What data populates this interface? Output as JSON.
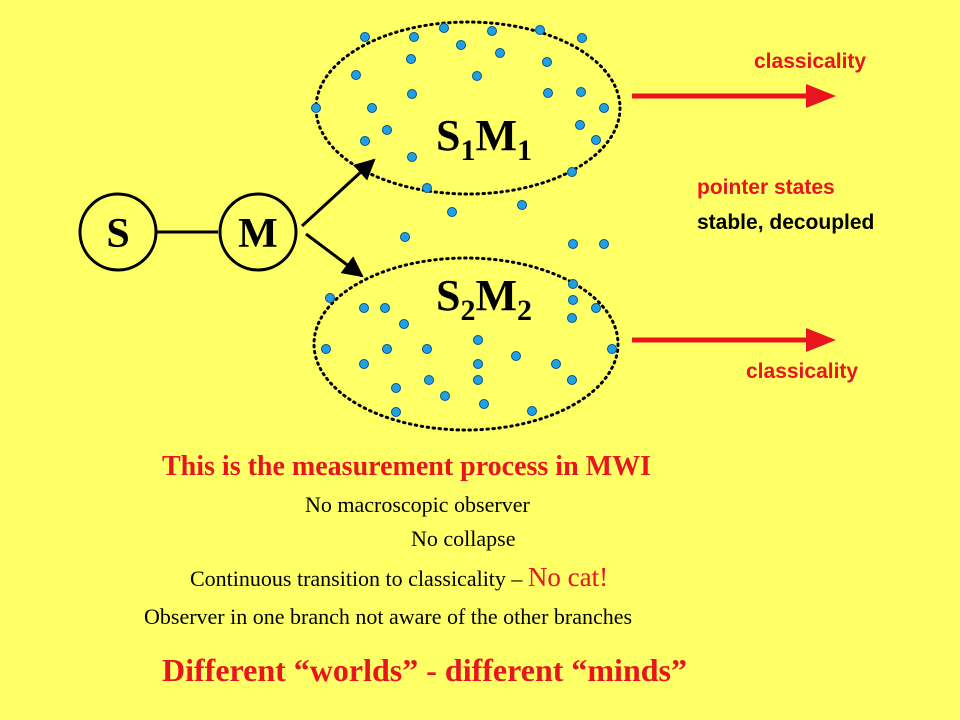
{
  "diagram": {
    "nodes": {
      "s": "S",
      "m": "M"
    },
    "branch1": {
      "base1": "S",
      "sub1": "1",
      "base2": "M",
      "sub2": "1"
    },
    "branch2": {
      "base1": "S",
      "sub1": "2",
      "base2": "M",
      "sub2": "2"
    },
    "labels": {
      "classicality_top": "classicality",
      "classicality_bottom": "classicality",
      "pointer_states": "pointer states",
      "stable_decoupled": "stable, decoupled"
    }
  },
  "text": {
    "heading": "This is the measurement process in MWI",
    "line1": "No macroscopic observer",
    "line2": "No collapse",
    "line3_prefix": "Continuous transition to classicality – ",
    "line3_emphasis": "No cat!",
    "line4": "Observer in one branch not aware of the other branches",
    "conclusion": "Different “worlds” - different “minds”"
  },
  "colors": {
    "background": "#ffff66",
    "red": "#e8141e",
    "dot": "#1fa0e6",
    "line": "#000000"
  }
}
